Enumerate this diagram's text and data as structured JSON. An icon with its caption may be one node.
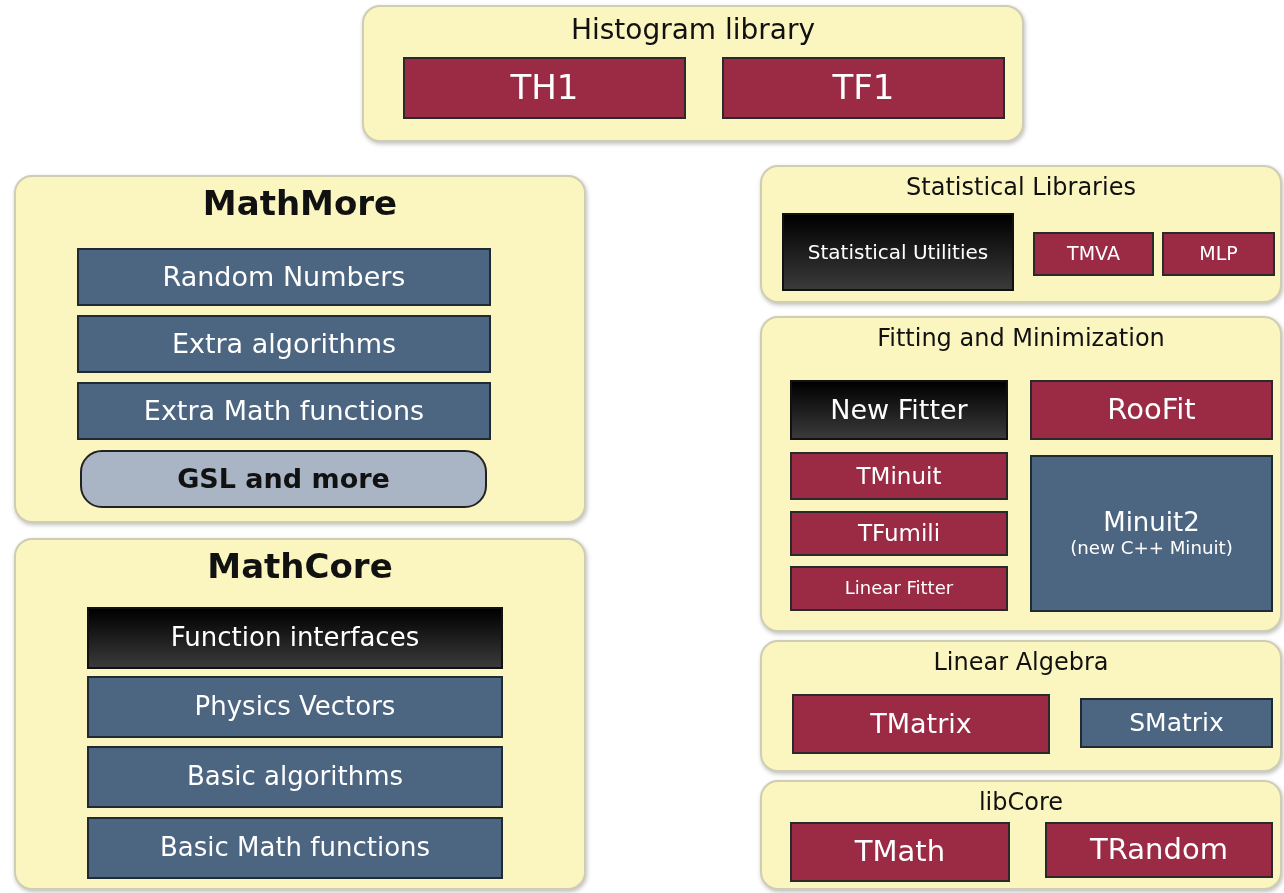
{
  "diagram": {
    "nodes": [
      {
        "text": [
          "Histogram library"
        ]
      },
      {
        "text": [
          "TH1"
        ],
        "in": 0
      },
      {
        "text": [
          "TF1"
        ],
        "in": 0
      },
      {
        "text": [
          "MathMore"
        ]
      },
      {
        "text": [
          "Random Numbers"
        ],
        "in": 3
      },
      {
        "text": [
          "Extra algorithms"
        ],
        "in": 3
      },
      {
        "text": [
          "Extra Math functions"
        ],
        "in": 3
      },
      {
        "text": [
          "GSL and more"
        ],
        "in": 3
      },
      {
        "text": [
          "Statistical Libraries"
        ]
      },
      {
        "text": [
          "Statistical Utilities"
        ],
        "in": 8
      },
      {
        "text": [
          "TMVA"
        ],
        "in": 8
      },
      {
        "text": [
          "MLP"
        ],
        "in": 8
      },
      {
        "text": [
          "Fitting and Minimization"
        ]
      },
      {
        "text": [
          "New Fitter"
        ],
        "in": 12
      },
      {
        "text": [
          "RooFit"
        ],
        "in": 12
      },
      {
        "text": [
          "TMinuit"
        ],
        "in": 12
      },
      {
        "text": [
          "TFumili"
        ],
        "in": 12
      },
      {
        "text": [
          "Linear Fitter"
        ],
        "in": 12
      },
      {
        "text": [
          "Minuit2",
          "(new C++ Minuit)"
        ],
        "in": 12
      },
      {
        "text": [
          "MathCore"
        ]
      },
      {
        "text": [
          "Function interfaces"
        ],
        "in": 19
      },
      {
        "text": [
          "Physics Vectors"
        ],
        "in": 19
      },
      {
        "text": [
          "Basic algorithms"
        ],
        "in": 19
      },
      {
        "text": [
          "Basic Math functions"
        ],
        "in": 19
      },
      {
        "text": [
          "Linear Algebra"
        ]
      },
      {
        "text": [
          "TMatrix"
        ],
        "in": 24
      },
      {
        "text": [
          "SMatrix"
        ],
        "in": 24
      },
      {
        "text": [
          "libCore"
        ]
      },
      {
        "text": [
          "TMath"
        ],
        "in": 27
      },
      {
        "text": [
          "TRandom"
        ],
        "in": 27
      }
    ]
  }
}
